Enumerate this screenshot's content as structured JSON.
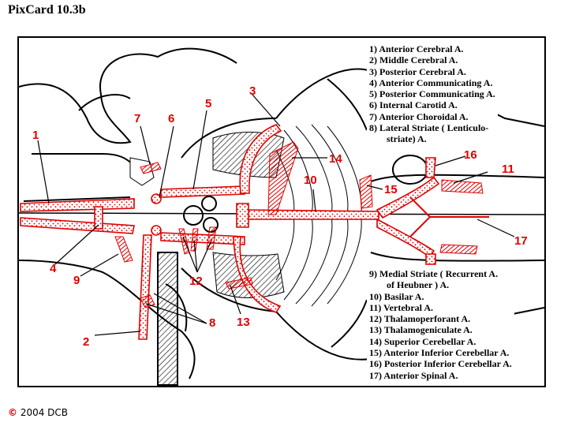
{
  "title": "PixCard 10.3b",
  "copyright": "2004 DCB",
  "legend": [
    {
      "text": "1) Anterior Cerebral A."
    },
    {
      "text": "2) Middle Cerebral A."
    },
    {
      "text": "3) Posterior Cerebral A."
    },
    {
      "text": "4) Anterior Communicating A."
    },
    {
      "text": "5) Posterior Communicating A."
    },
    {
      "text": "6) Internal Carotid A."
    },
    {
      "text": "7) Anterior Choroidal A."
    },
    {
      "text": "8) Lateral Striate ( Lenticulo-",
      "cont": "striate) A."
    },
    {
      "text": "9) Medial Striate ( Recurrent A.",
      "cont": "of Heubner ) A."
    },
    {
      "text": "10) Basilar A."
    },
    {
      "text": "11) Vertebral A."
    },
    {
      "text": "12) Thalamoperforant A."
    },
    {
      "text": "13) Thalamogeniculate A."
    },
    {
      "text": "14) Superior Cerebellar A."
    },
    {
      "text": "15) Anterior Inferior Cerebellar A."
    },
    {
      "text": "16) Posterior Inferior Cerebellar A."
    },
    {
      "text": "17) Anterior Spinal A."
    }
  ],
  "markers": [
    "1",
    "2",
    "3",
    "4",
    "5",
    "6",
    "7",
    "8",
    "9",
    "10",
    "11",
    "12",
    "13",
    "14",
    "15",
    "16",
    "17"
  ],
  "colors": {
    "artery": "#e00000",
    "label": "#e00000",
    "outline": "#000000"
  }
}
